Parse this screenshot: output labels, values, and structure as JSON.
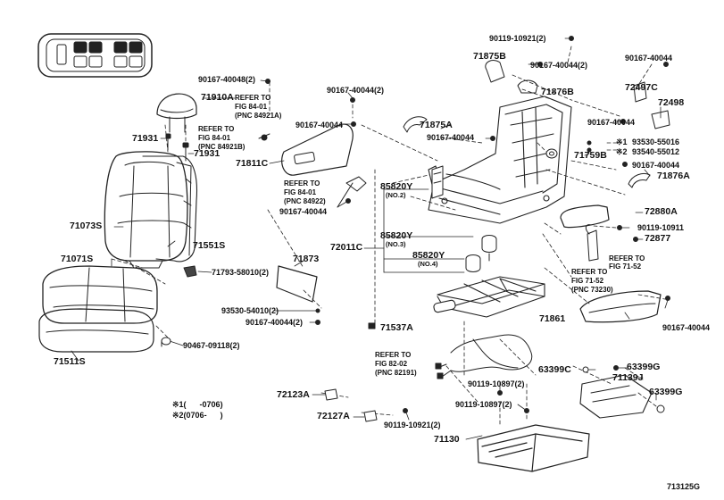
{
  "diagram": {
    "code": "713125G",
    "parts": {
      "p90119_10921_top": "90119-10921(2)",
      "p71875B": "71875B",
      "p90167_40044_2a": "90167-40044(2)",
      "p90167_40044_tr": "90167-40044",
      "p90167_40048": "90167-40048(2)",
      "p71910A": "71910A",
      "p90167_40044_2b": "90167-40044(2)",
      "p72497C": "72497C",
      "p71876B": "71876B",
      "p72498": "72498",
      "p90167_40044_m": "90167-40044",
      "p71875A": "71875A",
      "p90167_40044_c": "90167-40044",
      "p90167_40044_r": "90167-40044",
      "p71931a": "71931",
      "p71931b": "71931",
      "p93530_55016": "93530-55016",
      "p93540_55012": "93540-55012",
      "p71759B": "71759B",
      "p90167_40044_s": "90167-40044",
      "p71811C": "71811C",
      "p71876A": "71876A",
      "p85820Y_1": "85820Y",
      "p85820Y_1n": "(NO.2)",
      "p90167_40044_seat": "90167-40044",
      "p72880A": "72880A",
      "p71073S": "71073S",
      "p85820Y_2": "85820Y",
      "p85820Y_2n": "(NO.3)",
      "p90119_10911": "90119-10911",
      "p72877": "72877",
      "p71551S": "71551S",
      "p72011C": "72011C",
      "p85820Y_3": "85820Y",
      "p85820Y_3n": "(NO.4)",
      "p71071S": "71071S",
      "p71873": "71873",
      "p71793": "71793-58010(2)",
      "p93530_54010": "93530-54010(2)",
      "p90167_40044_2c": "90167-40044(2)",
      "p71861": "71861",
      "p90167_40044_b": "90167-40044",
      "p71537A": "71537A",
      "p90467": "90467-09118(2)",
      "p71511S": "71511S",
      "p63399C": "63399C",
      "p63399G_1": "63399G",
      "p71139J": "71139J",
      "p63399G_2": "63399G",
      "p90119_10897_a": "90119-10897(2)",
      "p90119_10897_b": "90119-10897(2)",
      "p72123A": "72123A",
      "p72127A": "72127A",
      "p90119_10921_b": "90119-10921(2)",
      "p71130": "71130"
    },
    "refs": {
      "r1a": "REFER TO",
      "r1b": "FIG 84-01",
      "r1c": "(PNC 84921A)",
      "r2a": "REFER TO",
      "r2b": "FIG 84-01",
      "r2c": "(PNC 84921B)",
      "r3a": "REFER TO",
      "r3b": "FIG 84-01",
      "r3c": "(PNC 84922)",
      "r4a": "REFER TO",
      "r4b": "FIG 71-52",
      "r5a": "REFER TO",
      "r5b": "FIG 71-52",
      "r5c": "(PNC 73230)",
      "r6a": "REFER TO",
      "r6b": "FIG 82-02",
      "r6c": "(PNC 82191)"
    },
    "notes": {
      "mark1": "※1",
      "mark2": "※2",
      "n1": "※1(      -0706)",
      "n2": "※2(0706-      )"
    }
  }
}
